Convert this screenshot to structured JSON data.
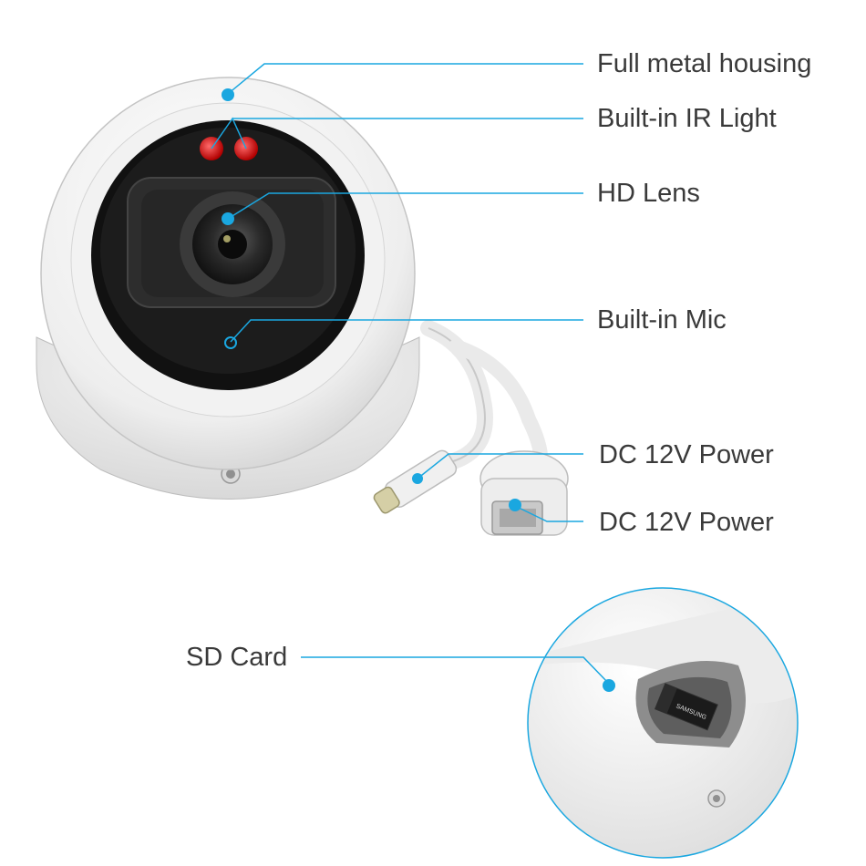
{
  "accent_color": "#1aa7e0",
  "callouts": [
    {
      "id": "housing",
      "label": "Full metal housing"
    },
    {
      "id": "ir",
      "label": "Built-in IR Light"
    },
    {
      "id": "lens",
      "label": "HD Lens"
    },
    {
      "id": "mic",
      "label": "Built-in Mic"
    },
    {
      "id": "dc",
      "label": "DC 12V Power"
    },
    {
      "id": "rj45",
      "label": "DC 12V Power"
    },
    {
      "id": "sd",
      "label": "SD Card"
    }
  ],
  "sd_card_text": "SAMSUNG"
}
